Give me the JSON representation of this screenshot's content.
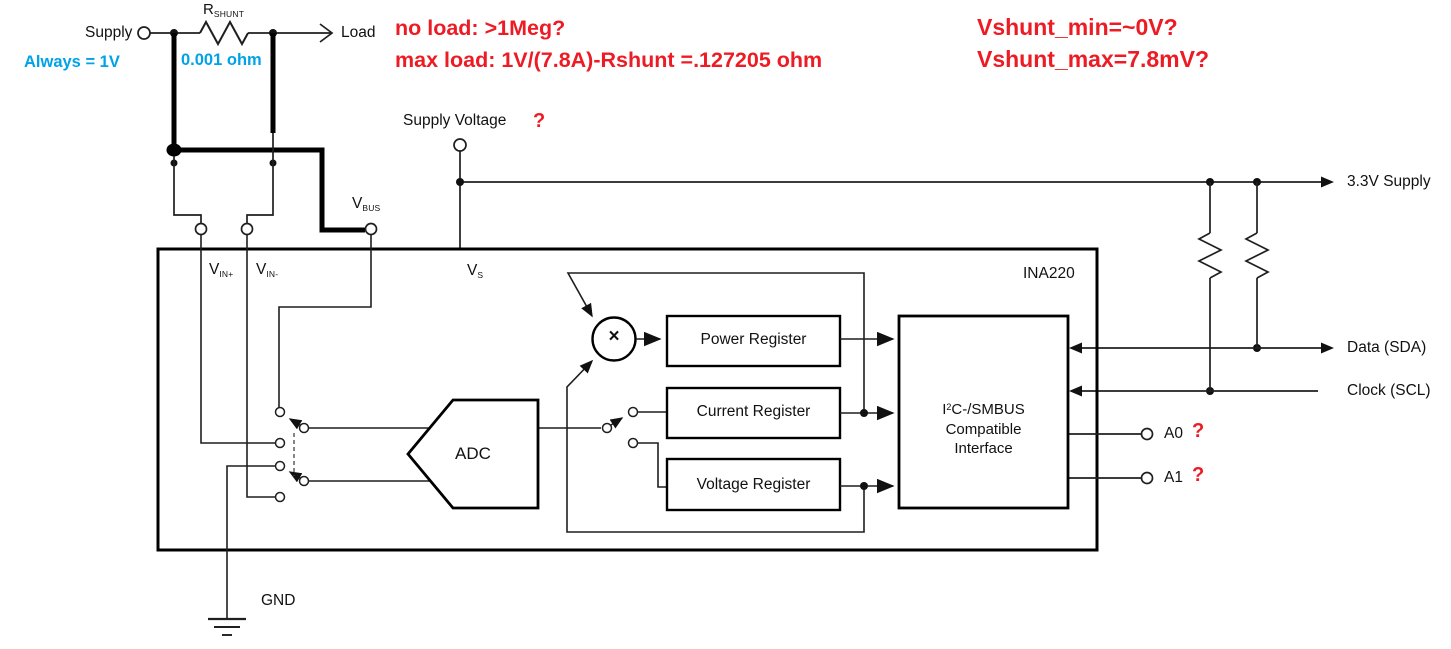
{
  "colors": {
    "red": "#ED1C24",
    "blue": "#00A2E8",
    "ink": "#1a1a1a"
  },
  "annotations": {
    "always_1v": "Always = 1V",
    "shunt_value": "0.001 ohm",
    "no_load": "no load: >1Meg?",
    "max_load": "max load: 1V/(7.8A)-Rshunt =.127205 ohm",
    "vshunt_min": "Vshunt_min=~0V?",
    "vshunt_max": "Vshunt_max=7.8mV?",
    "question_mark": "?"
  },
  "external_circuit": {
    "supply_label": "Supply",
    "load_label": "Load",
    "r_shunt": {
      "base": "R",
      "sub": "SHUNT"
    },
    "supply_voltage_label": "Supply Voltage",
    "rail_33v_label": "3.3V Supply",
    "sda_label": "Data (SDA)",
    "scl_label": "Clock (SCL)",
    "a0_label": "A0",
    "a1_label": "A1",
    "gnd_label": "GND"
  },
  "chip": {
    "name": "INA220",
    "pins": {
      "vin_plus": {
        "base": "V",
        "sub": "IN+"
      },
      "vin_minus": {
        "base": "V",
        "sub": "IN-"
      },
      "v_bus": {
        "base": "V",
        "sub": "BUS"
      },
      "v_s": {
        "base": "V",
        "sub": "S"
      }
    },
    "blocks": {
      "adc_label": "ADC",
      "multiplier_symbol": "×",
      "power_register_label": "Power Register",
      "current_register_label": "Current Register",
      "voltage_register_label": "Voltage Register",
      "i2c_line1": {
        "pre": "I",
        "sup": "2",
        "post": "C-/SMBUS"
      },
      "i2c_line2": "Compatible",
      "i2c_line3": "Interface"
    }
  }
}
